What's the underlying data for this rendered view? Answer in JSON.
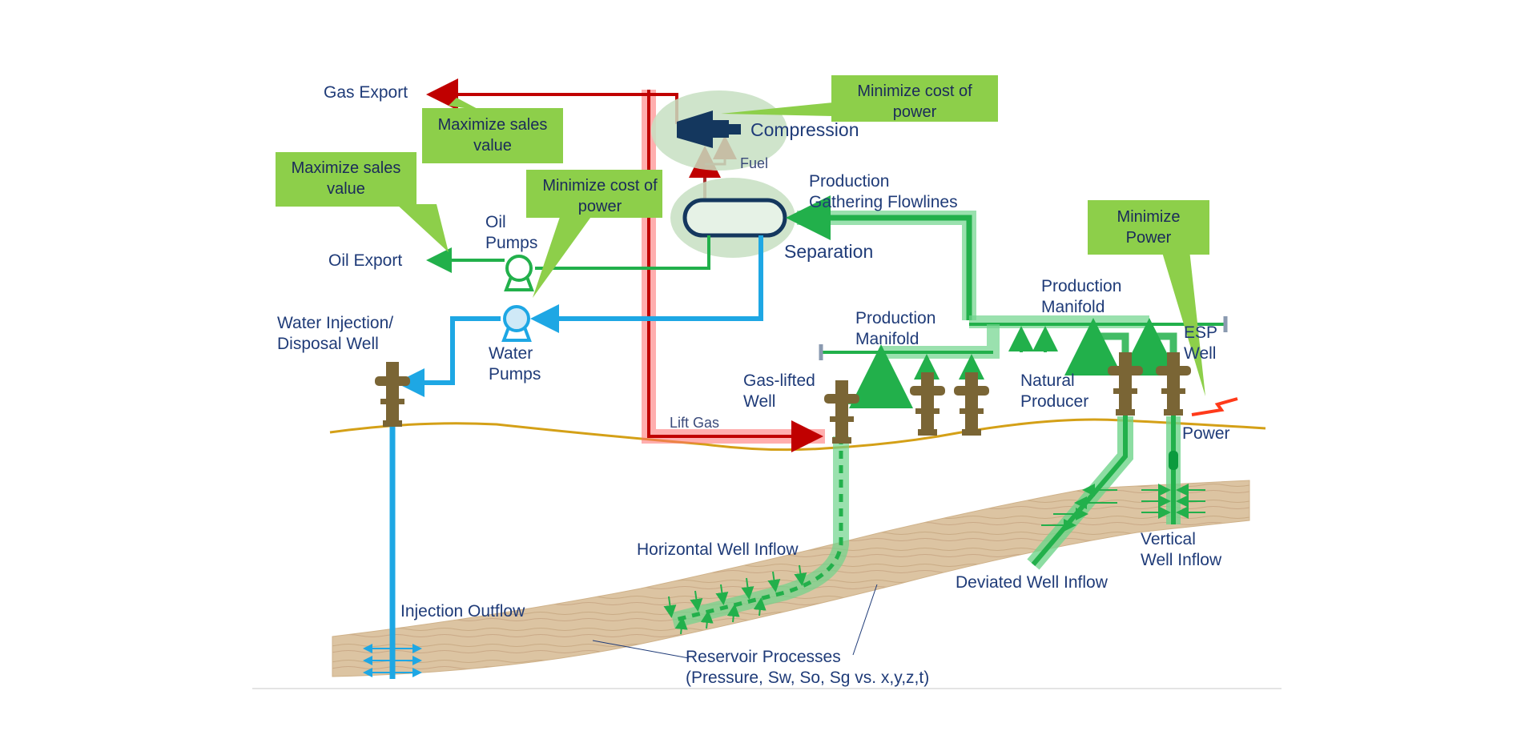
{
  "labels": {
    "gas_export": "Gas Export",
    "oil_export": "Oil Export",
    "compression": "Compression",
    "fuel": "Fuel",
    "oil_pumps": [
      "Oil",
      "Pumps"
    ],
    "water_pumps": [
      "Water",
      "Pumps"
    ],
    "separation": "Separation",
    "production_gathering": [
      "Production",
      "Gathering Flowlines"
    ],
    "production_manifold_left": [
      "Production",
      "Manifold"
    ],
    "production_manifold_right": [
      "Production",
      "Manifold"
    ],
    "water_injection_well": [
      "Water Injection/",
      "Disposal Well"
    ],
    "gas_lifted_well": [
      "Gas-lifted",
      "Well"
    ],
    "natural_producer": [
      "Natural",
      "Producer"
    ],
    "esp_well": [
      "ESP",
      "Well"
    ],
    "power": "Power",
    "lift_gas": "Lift Gas",
    "horizontal_well_inflow": "Horizontal Well Inflow",
    "deviated_well_inflow": "Deviated Well Inflow",
    "vertical_well_inflow": [
      "Vertical",
      "Well Inflow"
    ],
    "injection_outflow": "Injection Outflow",
    "reservoir_processes": [
      "Reservoir Processes",
      "(Pressure, Sw, So, Sg vs. x,y,z,t)"
    ]
  },
  "callouts": {
    "gas_sales": [
      "Maximize sales",
      "value"
    ],
    "oil_sales": [
      "Maximize sales",
      "value"
    ],
    "compression_power": [
      "Minimize cost of",
      "power"
    ],
    "pump_power": [
      "Minimize cost of",
      "power"
    ],
    "esp_power": [
      "Minimize",
      "Power"
    ]
  },
  "colors": {
    "gas": "#c00000",
    "oil": "#22b04b",
    "water": "#1ea7e4",
    "callout": "#8dcf4a",
    "wellhead": "#7a6535",
    "ground": "#d4a017",
    "reservoir": "#dcc4a2",
    "text": "#1f3b78"
  }
}
